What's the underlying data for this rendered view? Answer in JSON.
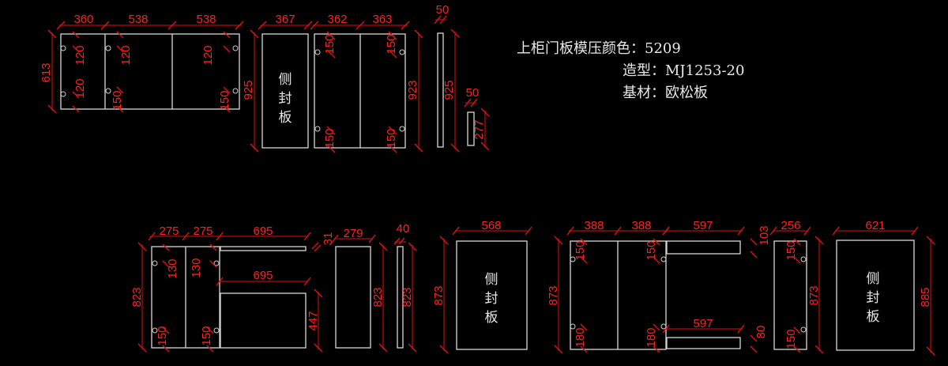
{
  "notes": {
    "color_label": "上柜门板模压颜色：",
    "color_value": "5209",
    "style_label": "造型：",
    "style_value": "MJ1253-20",
    "base_label": "基材：",
    "base_value": "欧松板"
  },
  "side_panel_label": [
    "侧",
    "封",
    "板"
  ],
  "top_row": {
    "door_group": {
      "widths": [
        "360",
        "538",
        "538"
      ],
      "height": "613",
      "hole_offsets": [
        "120",
        "120",
        "120",
        "120",
        "150",
        "150"
      ]
    },
    "side_panel": {
      "width": "367",
      "height": "925"
    },
    "double_door": {
      "widths": [
        "362",
        "363"
      ],
      "height": "923",
      "hole_offsets": [
        "150",
        "150",
        "150",
        "150"
      ]
    },
    "strip": {
      "width": "50",
      "height": "925"
    },
    "small_strip": {
      "width": "50",
      "height": "277"
    }
  },
  "bottom_row": {
    "door_pair": {
      "widths": [
        "275",
        "275"
      ],
      "height": "823",
      "hole_offsets": [
        "130",
        "130",
        "150",
        "150"
      ]
    },
    "shelf_top": {
      "width": "695",
      "height": "31"
    },
    "drawer": {
      "width": "695",
      "height": "447"
    },
    "panel_279": {
      "width": "279",
      "height": "823"
    },
    "strip_40": {
      "width": "40",
      "height": "823"
    },
    "side_panel_568": {
      "width": "568",
      "height": "873"
    },
    "door_pair_388": {
      "widths": [
        "388",
        "388"
      ],
      "height": "873",
      "hole_offsets": [
        "150",
        "150",
        "180",
        "180"
      ]
    },
    "shelf_597_top": {
      "width": "597",
      "height": "103"
    },
    "shelf_597_bottom": {
      "width": "597",
      "height": "80"
    },
    "panel_256": {
      "width": "256",
      "height": "873",
      "hole_offsets": [
        "150",
        "150"
      ]
    },
    "side_panel_621": {
      "width": "621",
      "height": "885"
    }
  },
  "colors": {
    "background": "#000000",
    "outline": "#d8d8d8",
    "dimension": "#e01010"
  }
}
